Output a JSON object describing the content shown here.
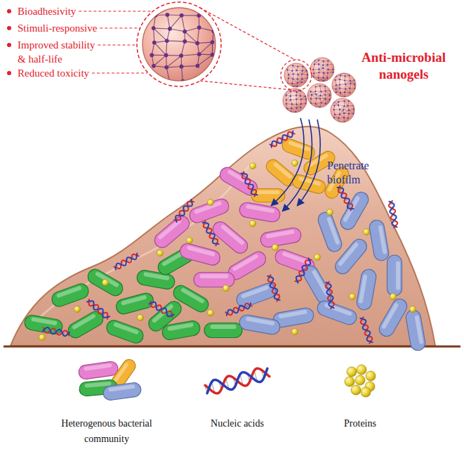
{
  "diagram": {
    "labels": [
      "Bioadhesivity",
      "Stimuli-responsive",
      "Improved stability & half-life",
      "Reduced toxicity",
      "Anti-microbial nanogels",
      "Penetrate biofilm"
    ],
    "legend": [
      {
        "text": "Heterogenous bacterial community"
      },
      {
        "text": "Nucleic acids"
      },
      {
        "text": "Proteins"
      }
    ]
  }
}
